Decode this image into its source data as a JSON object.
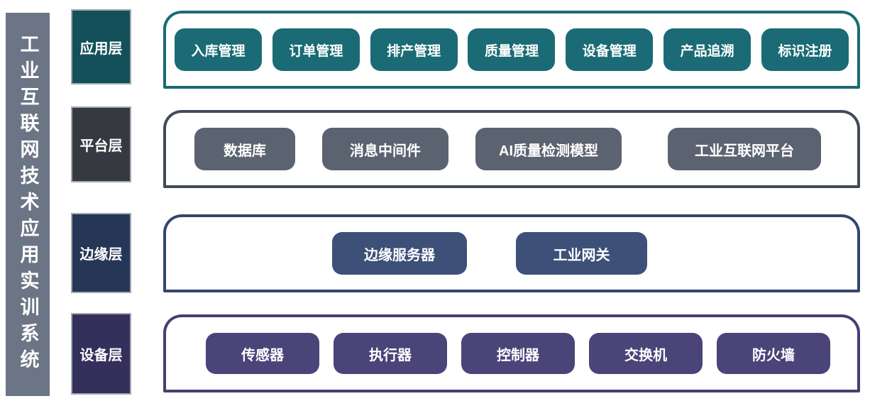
{
  "title": "工业互联网技术应用实训系统",
  "colors": {
    "sidebar_bg": "#6b7585",
    "application_accent": "#1a6b75",
    "application_label_bg": "#14505a",
    "platform_accent": "#5b6370",
    "platform_label_bg": "#36393f",
    "platform_border": "#424a57",
    "edge_accent": "#3c5078",
    "edge_label_bg": "#263656",
    "edge_border": "#33466f",
    "device_accent": "#4a4479",
    "device_label_bg": "#342f5b",
    "device_border": "#453f72",
    "text": "#ffffff"
  },
  "layers": [
    {
      "label": "应用层",
      "items": [
        "入库管理",
        "订单管理",
        "排产管理",
        "质量管理",
        "设备管理",
        "产品追溯",
        "标识注册"
      ]
    },
    {
      "label": "平台层",
      "items": [
        "数据库",
        "消息中间件",
        "AI质量检测模型",
        "工业互联网平台"
      ]
    },
    {
      "label": "边缘层",
      "items": [
        "边缘服务器",
        "工业网关"
      ]
    },
    {
      "label": "设备层",
      "items": [
        "传感器",
        "执行器",
        "控制器",
        "交换机",
        "防火墙"
      ]
    }
  ]
}
